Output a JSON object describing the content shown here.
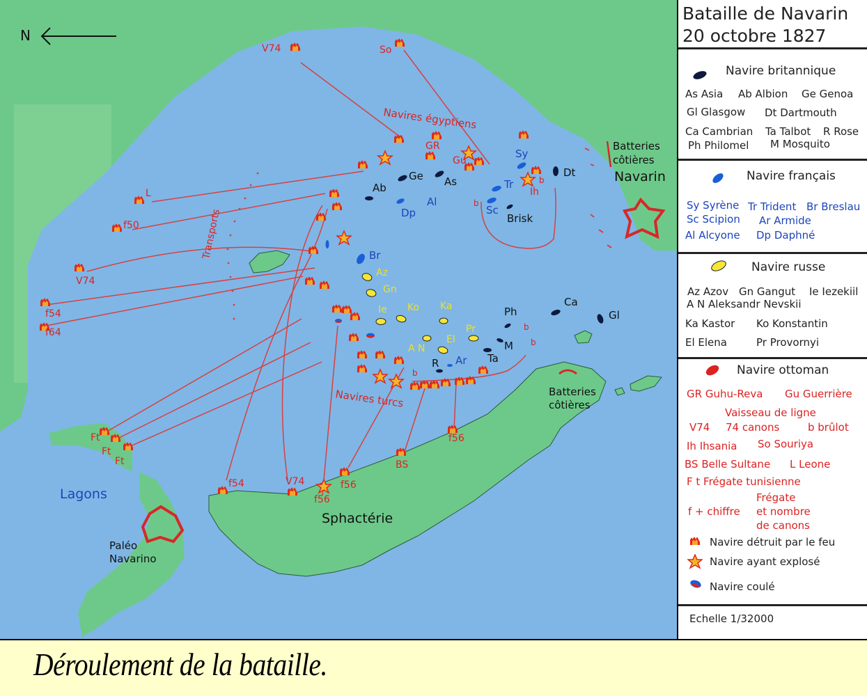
{
  "title": {
    "line1": "Bataille de Navarin",
    "line2": "20 octobre 1827"
  },
  "caption": "Déroulement de la bataille.",
  "colors": {
    "sea": "#7fb6e6",
    "land": "#6dc98a",
    "british": "#0d1a3d",
    "french": "#1a5fd6",
    "russian": "#f5e638",
    "ottoman": "#dd2222"
  },
  "map": {
    "north": "N",
    "places": {
      "navarin": "Navarin",
      "batteries_north_1": "Batteries",
      "batteries_north_2": "côtières",
      "batteries_south_1": "Batteries",
      "batteries_south_2": "côtières",
      "sphacterie": "Sphactérie",
      "lagons": "Lagons",
      "paleo_1": "Paléo",
      "paleo_2": "Navarino"
    },
    "fleet_labels": {
      "egyptian": "Navires égyptiens",
      "turkish": "Navires turcs",
      "transports": "Transports"
    },
    "british_labels": {
      "ab": "Ab",
      "ge": "Ge",
      "as": "As",
      "dt": "Dt",
      "brisk": "Brisk",
      "ph": "Ph",
      "m": "M",
      "ca": "Ca",
      "gl": "Gl",
      "ta": "Ta",
      "r": "R"
    },
    "french_labels": {
      "sy": "Sy",
      "tr": "Tr",
      "sc": "Sc",
      "dp": "Dp",
      "al": "Al",
      "br": "Br",
      "ar": "Ar"
    },
    "russian_labels": {
      "az": "Az",
      "gn": "Gn",
      "ie": "Ie",
      "ko": "Ko",
      "ka": "Ka",
      "pr": "Pr",
      "el": "El",
      "an": "A N"
    },
    "ottoman_labels": {
      "v74_top": "V74",
      "so": "So",
      "gr": "GR",
      "gu": "Gu",
      "ih": "Ih",
      "b1": "b",
      "b2": "b",
      "b3": "b",
      "b4": "b",
      "b5": "b",
      "l": "L",
      "f50": "f50",
      "v74_left": "V74",
      "f54_left": "f54",
      "f64": "f64",
      "ft1": "Ft",
      "ft2": "Ft",
      "ft3": "Ft",
      "f54_bottom": "f54",
      "v74_bottom": "V74",
      "f56_a": "f56",
      "f56_b": "f56",
      "bs": "BS",
      "f56_c": "f56"
    }
  },
  "legend": {
    "british": {
      "header": "Navire britannique",
      "items": [
        "As Asia",
        "Ab Albion",
        "Ge Genoa",
        "Gl Glasgow",
        "Dt Dartmouth",
        "Ca Cambrian",
        "Ta Talbot",
        "R Rose",
        "Ph Philomel",
        "M Mosquito"
      ]
    },
    "french": {
      "header": "Navire français",
      "items": [
        "Sy Syrène",
        "Tr Trident",
        "Br Breslau",
        "Sc Scipion",
        "Ar Armide",
        "Al Alcyone",
        "Dp Daphné"
      ]
    },
    "russian": {
      "header": "Navire russe",
      "items": [
        "Az Azov",
        "Gn Gangut",
        "Ie Iezekiil",
        "A N Aleksandr Nevskii",
        "Ka Kastor",
        "Ko Konstantin",
        "El Elena",
        "Pr Provornyi"
      ]
    },
    "ottoman": {
      "header": "Navire ottoman",
      "items": [
        "GR  Guhu-Reva",
        "Gu  Guerrière",
        "Vaisseau de ligne",
        "V74",
        "74 canons",
        "b brûlot",
        "Ih Ihsania",
        "So Souriya",
        "BS Belle Sultane",
        "L Leone",
        "F t Frégate tunisienne",
        "f + chiffre",
        "Frégate",
        "et nombre",
        "de canons"
      ]
    },
    "symbols": [
      "Navire détruit par le feu",
      "Navire ayant explosé",
      "Navire coulé"
    ],
    "scale": "Echelle 1/32000"
  }
}
